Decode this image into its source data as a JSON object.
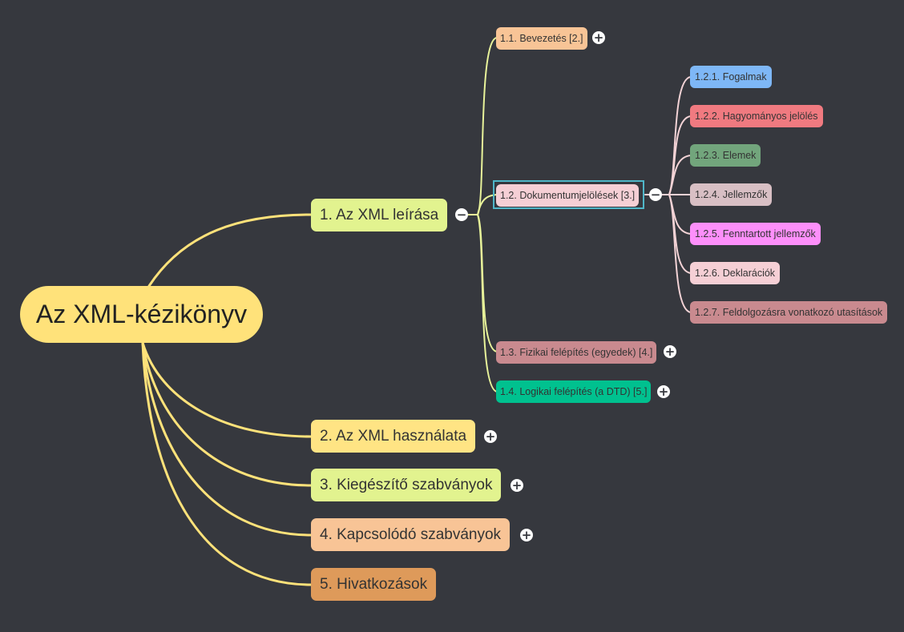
{
  "root": {
    "label": "Az XML-kézikönyv",
    "color": "#ffe27a"
  },
  "branches": [
    {
      "label": "1. Az XML leírása",
      "color": "#e2f38f",
      "toggle": "−"
    },
    {
      "label": "2. Az XML használata",
      "color": "#ffe484",
      "toggle": "+"
    },
    {
      "label": "3. Kiegészítő szabványok",
      "color": "#e2f38f",
      "toggle": "+"
    },
    {
      "label": "4. Kapcsolódó szabványok",
      "color": "#f8c496",
      "toggle": "+"
    },
    {
      "label": "5. Hivatkozások",
      "color": "#de9a5a"
    }
  ],
  "sub": [
    {
      "label": "1.1. Bevezetés [2.]",
      "color": "#f8c496",
      "toggle": "+"
    },
    {
      "label": "1.2. Dokumentumjelölések [3.]",
      "color": "#f5cfd5",
      "toggle": "−",
      "selected": true
    },
    {
      "label": "1.3. Fizikai felépítés (egyedek) [4.]",
      "color": "#c98a8f",
      "toggle": "+"
    },
    {
      "label": "1.4. Logikai felépítés (a DTD) [5.]",
      "color": "#00c18f",
      "toggle": "+"
    }
  ],
  "subsub": [
    {
      "label": "1.2.1. Fogalmak",
      "color": "#7eb7f6"
    },
    {
      "label": "1.2.2. Hagyományos jelölés",
      "color": "#f07a80"
    },
    {
      "label": "1.2.3. Elemek",
      "color": "#72a57c"
    },
    {
      "label": "1.2.4. Jellemzők",
      "color": "#d8bfc4"
    },
    {
      "label": "1.2.5. Fenntartott jellemzők",
      "color": "#fd8ffa"
    },
    {
      "label": "1.2.6. Deklarációk",
      "color": "#f5cfd5"
    },
    {
      "label": "1.2.7. Feldolgozásra vonatkozó utasítások",
      "color": "#c98a8f"
    }
  ],
  "connector_colors": {
    "main": "#ffe27a",
    "sub": "#e8f39a",
    "subsub": "#f3d3d6"
  }
}
